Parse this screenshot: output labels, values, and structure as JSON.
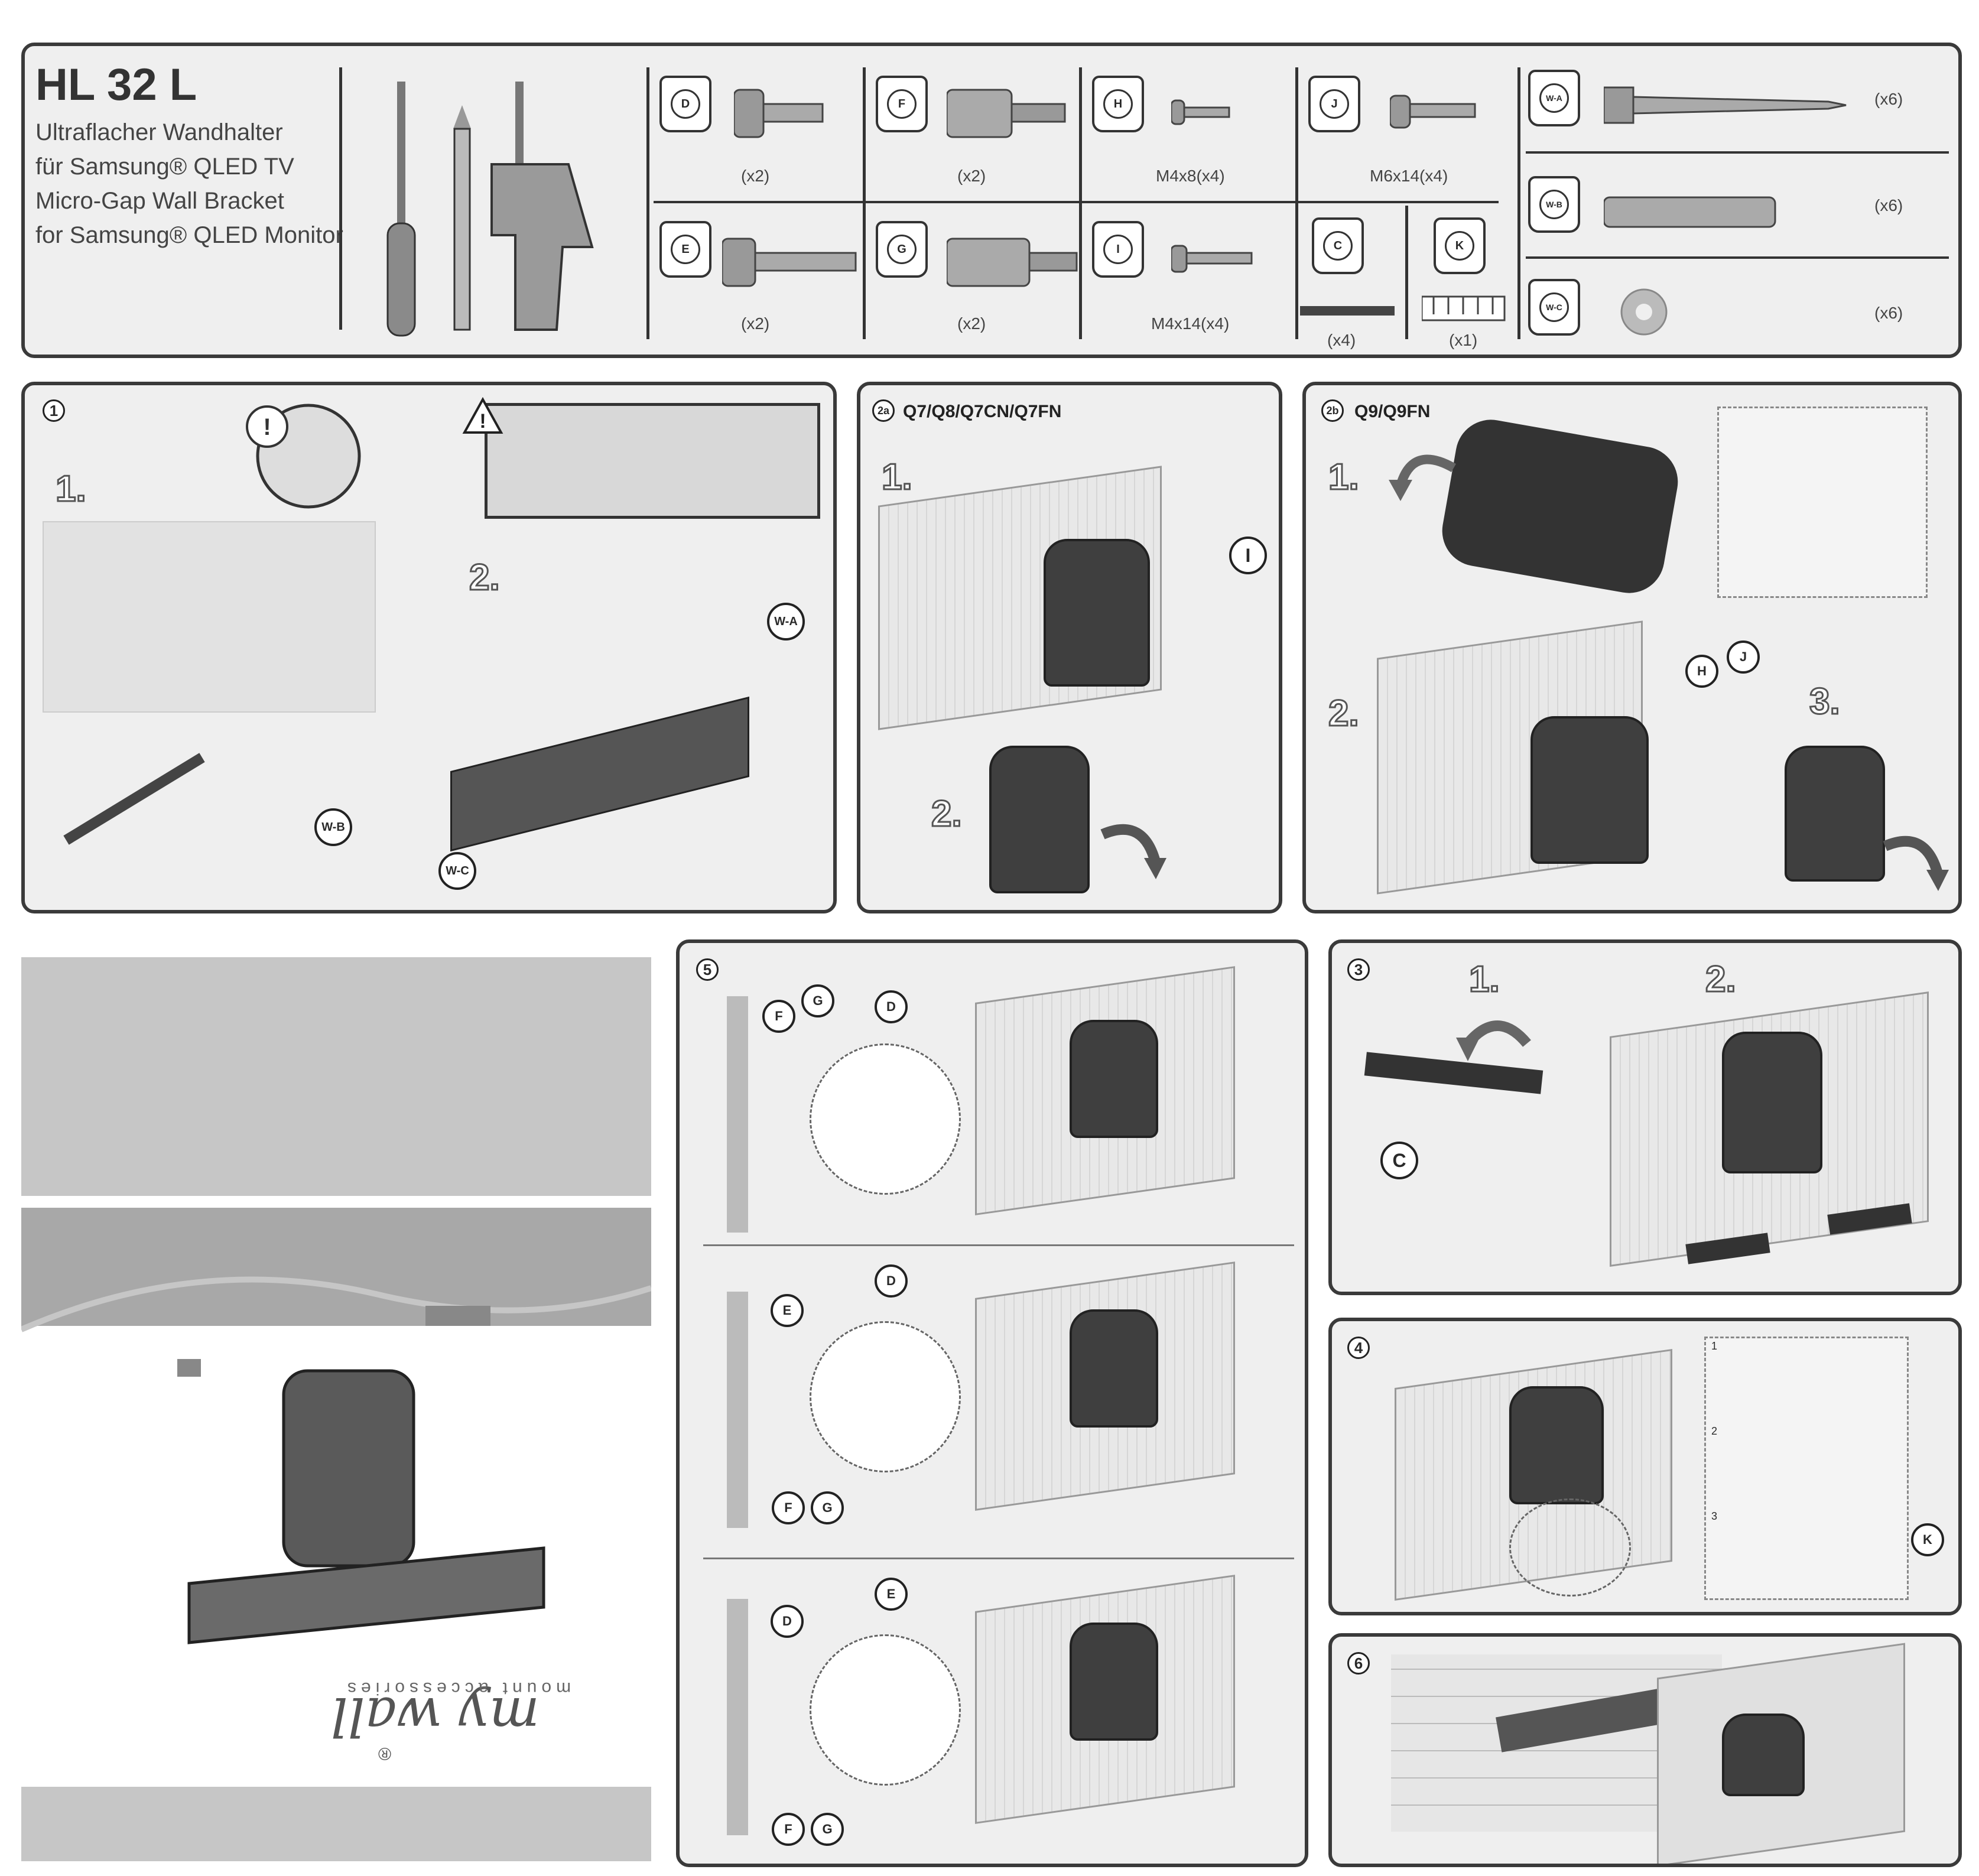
{
  "header": {
    "model": "HL 32 L",
    "desc": [
      "Ultraflacher Wandhalter",
      "für Samsung® QLED TV",
      "Micro-Gap Wall Bracket",
      "for Samsung® QLED Monitor"
    ]
  },
  "parts": [
    {
      "id": "D",
      "qty": "(x2)"
    },
    {
      "id": "E",
      "qty": "(x2)"
    },
    {
      "id": "F",
      "qty": "(x2)"
    },
    {
      "id": "G",
      "qty": "(x2)"
    },
    {
      "id": "H",
      "qty": "M4x8(x4)"
    },
    {
      "id": "I",
      "qty": "M4x14(x4)"
    },
    {
      "id": "J",
      "qty": "M6x14(x4)"
    },
    {
      "id": "C",
      "qty": "(x4)"
    },
    {
      "id": "K",
      "qty": "(x1)"
    },
    {
      "id": "W-A",
      "qty": "(x6)"
    },
    {
      "id": "W-B",
      "qty": "(x6)"
    },
    {
      "id": "W-C",
      "qty": "(x6)"
    }
  ],
  "step1": {
    "num": "1",
    "sub1": "1.",
    "sub2": "2.",
    "callouts": [
      "W-A",
      "W-B",
      "W-C"
    ]
  },
  "step2a": {
    "num": "2a",
    "title": "Q7/Q8/Q7CN/Q7FN",
    "sub1": "1.",
    "sub2": "2.",
    "callout": "I"
  },
  "step2b": {
    "num": "2b",
    "title": "Q9/Q9FN",
    "sub1": "1.",
    "sub2": "2.",
    "sub3": "3.",
    "callouts": [
      "H",
      "J"
    ]
  },
  "step3": {
    "num": "3",
    "sub1": "1.",
    "sub2": "2.",
    "callout": "C"
  },
  "step4": {
    "num": "4",
    "callout": "K",
    "inset": [
      "1",
      "2",
      "3"
    ]
  },
  "step5": {
    "num": "5",
    "callouts": [
      "F",
      "G",
      "D",
      "E",
      "F",
      "G",
      "D",
      "E",
      "F",
      "G"
    ]
  },
  "step6": {
    "num": "6"
  },
  "brand": {
    "logo": "my wall",
    "tagline": "mount accessories",
    "reg": "®"
  },
  "colors": {
    "panel_border": "#3a3a3a",
    "panel_bg": "#efefef",
    "gray_block": "#c6c6c6"
  }
}
